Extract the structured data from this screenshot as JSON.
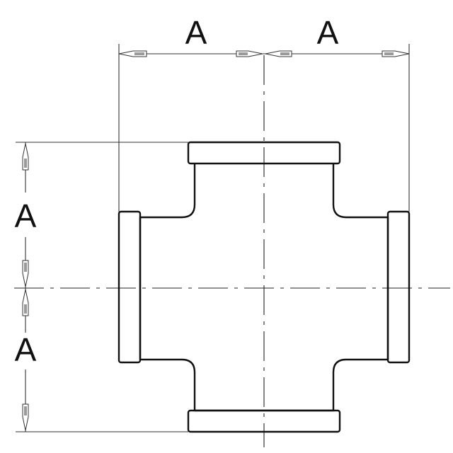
{
  "diagram": {
    "dimension_labels": {
      "top_left": "A",
      "top_right": "A",
      "left_upper": "A",
      "left_lower": "A"
    },
    "colors": {
      "line": "#111111",
      "background": "#ffffff",
      "arrow_fill": "#9a9a9a"
    }
  }
}
